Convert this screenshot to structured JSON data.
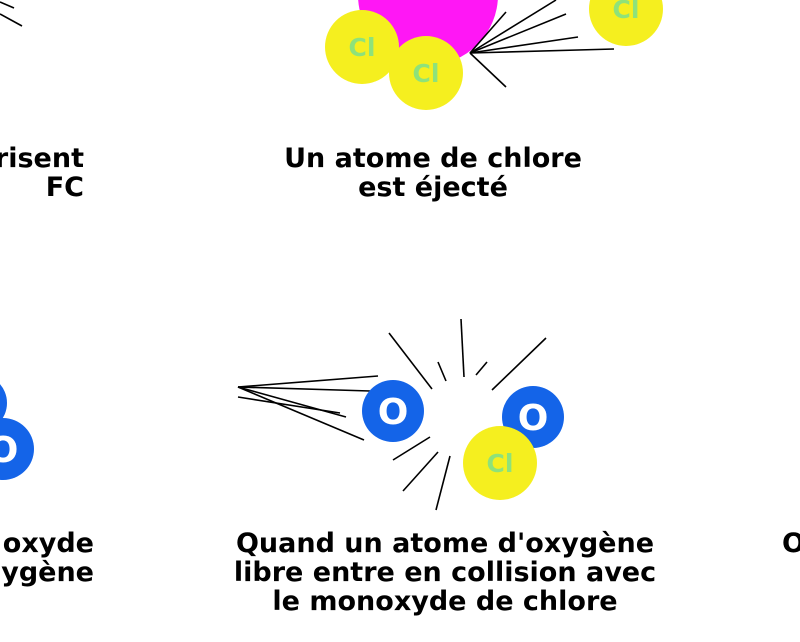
{
  "colors": {
    "chlorine": "#f5ef1f",
    "chlorine_text": "#8ee27a",
    "oxygen": "#1464e8",
    "oxygen_text": "#ffffff",
    "carbon": "#ff17f5",
    "lines": "#000000"
  },
  "atoms": {
    "chlorine_symbol": "Cl",
    "oxygen_symbol": "O"
  },
  "captions": {
    "top_left": [
      "risent",
      "FC"
    ],
    "top_center": [
      "Un atome de chlore",
      "est éjecté"
    ],
    "bottom_left": [
      "oxyde",
      "ygène"
    ],
    "bottom_center": [
      "Quand un atome d'oxygène",
      "libre entre en collision avec",
      "le monoxyde de chlore"
    ],
    "bottom_right": [
      "O"
    ]
  }
}
